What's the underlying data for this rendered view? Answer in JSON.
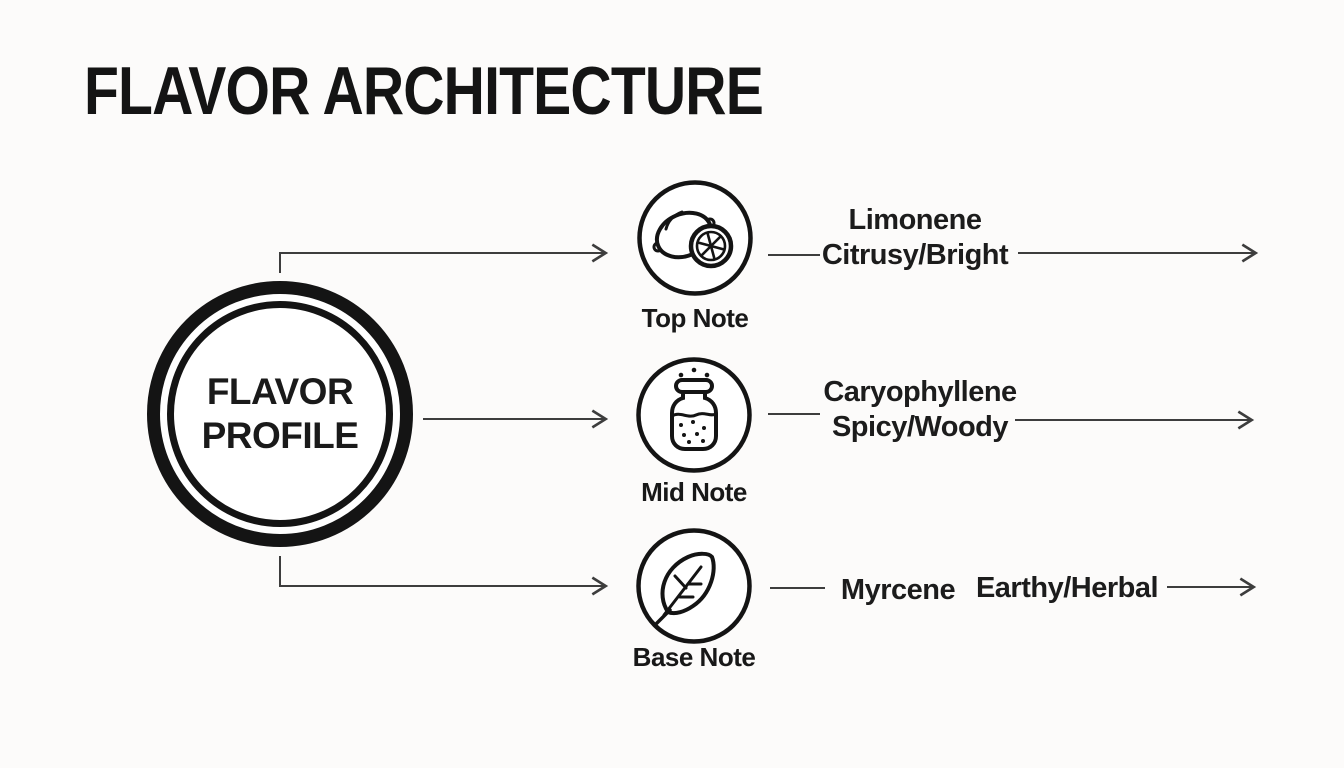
{
  "title": "FLAVOR ARCHITECTURE",
  "hub": {
    "line1": "FLAVOR",
    "line2": "PROFILE"
  },
  "rows": [
    {
      "note": "Top Note",
      "icon": "lemon-icon",
      "compound": "Limonene",
      "descriptor": "Citrusy/Bright"
    },
    {
      "note": "Mid Note",
      "icon": "spice-jar-icon",
      "compound": "Caryophyllene",
      "descriptor": "Spicy/Woody"
    },
    {
      "note": "Base Note",
      "icon": "leaf-icon",
      "compound": "Myrcene",
      "descriptor": "Earthy/Herbal"
    }
  ],
  "colors": {
    "ink": "#151515",
    "line": "#3d3d3d",
    "background": "#fcfbfa"
  }
}
